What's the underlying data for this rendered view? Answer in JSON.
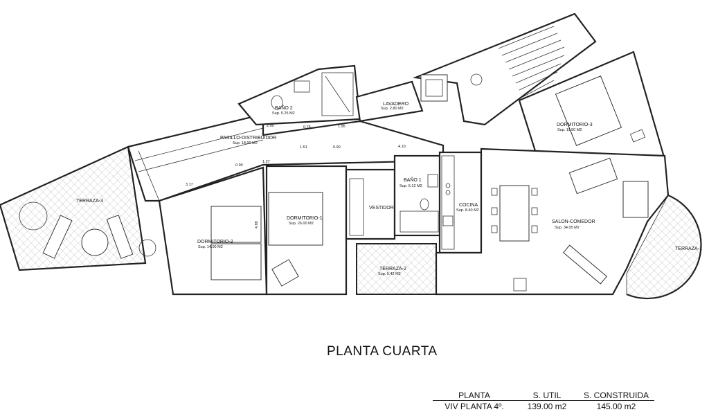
{
  "plan_title": "PLANTA CUARTA",
  "rooms": {
    "bano2": {
      "name": "BAÑO 2",
      "area": "Sup. 5.25 M2"
    },
    "lavadero": {
      "name": "LAVADERO",
      "area": "Sup. 2.80 M2"
    },
    "dormitorio3": {
      "name": "DORMITORIO-3",
      "area": "Sup. 11.50 M2"
    },
    "pasillo": {
      "name": "PASILLO-DISTRIBUIDOR",
      "area": "Sup. 18.00 M2"
    },
    "terraza3": {
      "name": "TERRAZA-3"
    },
    "dormitorio1": {
      "name": "DORMITORIO-1",
      "area": "Sup. 26.00 M2"
    },
    "dormitorio2": {
      "name": "DORMITORIO-2",
      "area": "Sup. 14.00 M2"
    },
    "vestidor": {
      "name": "VESTIDOR"
    },
    "bano1": {
      "name": "BAÑO 1",
      "area": "Sup. 5.12 M2"
    },
    "cocina": {
      "name": "COCINA",
      "area": "Sup. 8.40 M2"
    },
    "salon": {
      "name": "SALON-COMEDOR",
      "area": "Sup. 34.05 M2"
    },
    "terraza2": {
      "name": "TERRAZA-2",
      "area": "Sup. 5.42 M2"
    },
    "terraza1": {
      "name": "TERRAZA-1"
    }
  },
  "dimensions": {
    "d200": "2.00",
    "d075": "0.75",
    "d195": "1.95",
    "d151": "1.51",
    "d090a": "0.90",
    "d410": "4.10",
    "d090b": "0.90",
    "d127": "1.27",
    "d317": "3.17",
    "d489": "4.89"
  },
  "summary": {
    "headers": [
      "PLANTA",
      "S. UTIL",
      "S. CONSTRUIDA"
    ],
    "row": [
      "VIV PLANTA 4º.",
      "139.00 m2",
      "145.00 m2"
    ]
  }
}
